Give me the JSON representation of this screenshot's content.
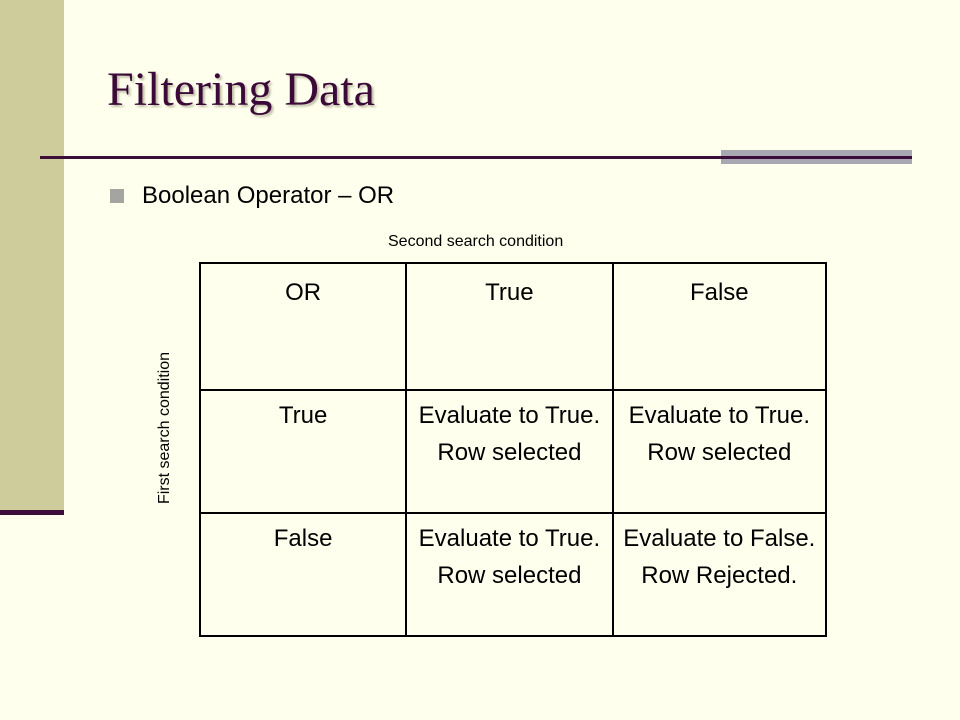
{
  "slide": {
    "title": "Filtering Data",
    "bullet": "Boolean Operator – OR",
    "column_axis_label": "Second search condition",
    "row_axis_label": "First search condition"
  },
  "table": {
    "header": [
      "OR",
      "True",
      "False"
    ],
    "rows": [
      [
        "True",
        "Evaluate to True. Row selected",
        "Evaluate to True. Row selected"
      ],
      [
        "False",
        "Evaluate to True. Row selected",
        "Evaluate to False. Row Rejected."
      ]
    ]
  },
  "colors": {
    "background": "#FFFFEE",
    "left_bar": "#CDCC9A",
    "title": "#3B0A38",
    "rule": "#3E0E3A",
    "accent": "#A8A8B2"
  }
}
